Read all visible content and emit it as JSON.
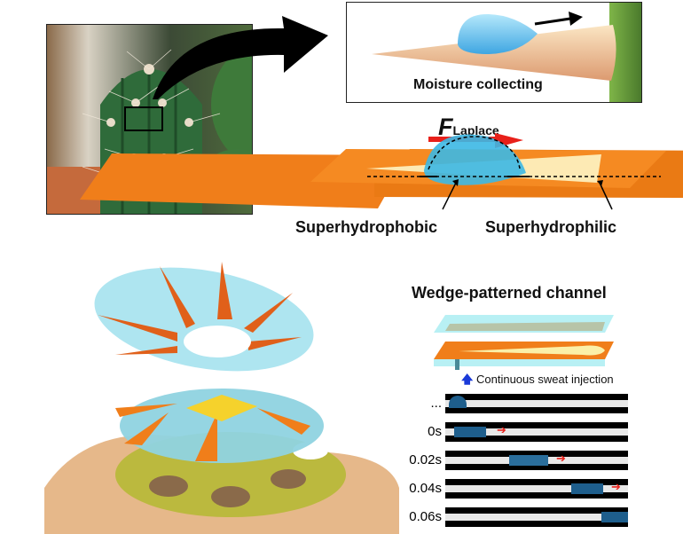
{
  "panels": {
    "cactus_photo": {
      "subject": "cactus with spines",
      "highlight_box": true
    },
    "moisture": {
      "label": "Moisture collecting"
    },
    "laplace": {
      "force_symbol": "F",
      "force_subscript": "Laplace",
      "left_label": "Superhydrophobic",
      "right_label": "Superhydrophilic"
    },
    "device": {
      "subject": "exploded view of wedge-patterned sweat patch on skin"
    },
    "channel": {
      "title": "Wedge-patterned channel",
      "injection_label": "Continuous sweat injection",
      "frames": [
        {
          "time": "...",
          "drop_pos": 0.0,
          "arrow": false
        },
        {
          "time": "0s",
          "drop_pos": 0.1,
          "arrow": true
        },
        {
          "time": "0.02s",
          "drop_pos": 0.42,
          "arrow": true
        },
        {
          "time": "0.04s",
          "drop_pos": 0.78,
          "arrow": true
        },
        {
          "time": "0.06s",
          "drop_pos": 0.93,
          "arrow": false
        }
      ]
    }
  },
  "colors": {
    "water": "#3db4e6",
    "orange": "#f07e1a",
    "yellow": "#f5d22c",
    "arrow_red": "#e8201a",
    "arrow_blue": "#1a3ad8",
    "cactus_green": "#2f6b3a"
  }
}
